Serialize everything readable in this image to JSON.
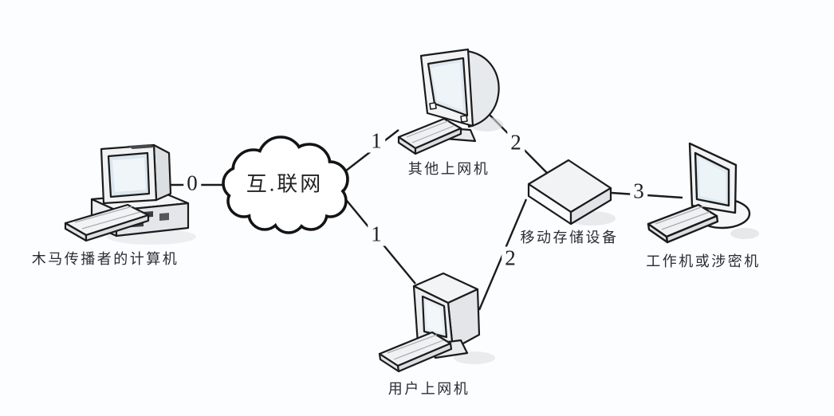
{
  "diagram": {
    "cloud": {
      "label": "互.联网"
    },
    "nodes": [
      {
        "id": "trojan-computer",
        "label": "木马传播者的计算机"
      },
      {
        "id": "other-internet-computer",
        "label": "其他上网机"
      },
      {
        "id": "user-internet-computer",
        "label": "用户上网机"
      },
      {
        "id": "mobile-storage-device",
        "label": "移动存储设备"
      },
      {
        "id": "work-or-secret-computer",
        "label": "工作机或涉密机"
      }
    ],
    "edges": [
      {
        "id": "trojan-to-internet",
        "label": "0"
      },
      {
        "id": "internet-to-other",
        "label": "1"
      },
      {
        "id": "internet-to-user",
        "label": "1"
      },
      {
        "id": "other-to-storage",
        "label": "2"
      },
      {
        "id": "user-to-storage",
        "label": "2"
      },
      {
        "id": "storage-to-work",
        "label": "3"
      }
    ],
    "colors": {
      "background": "#fbfdfe",
      "line": "#1c1c1c",
      "device_fill": "#f1f3f5",
      "device_side": "#e2e5e8",
      "screen_fill": "#e2eaf1",
      "text": "#2b2b33"
    }
  }
}
